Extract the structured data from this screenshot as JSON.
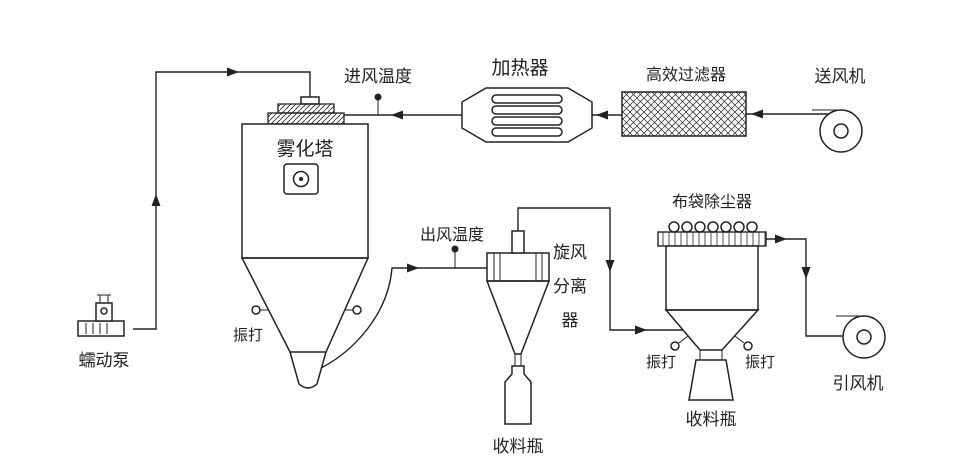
{
  "diagram": {
    "colors": {
      "line": "#222222",
      "background": "#ffffff"
    },
    "labels": {
      "peristaltic_pump": "蠕动泵",
      "atomization_tower": "雾化塔",
      "inlet_air_temperature": "进风温度",
      "heater": "加热器",
      "hepa_filter": "高效过滤器",
      "supply_fan": "送风机",
      "outlet_air_temperature": "出风温度",
      "cyclone_separator_lines": [
        "旋风",
        "分离",
        "器"
      ],
      "cyclone_collection_bottle": "收料瓶",
      "bag_dust_collector": "布袋除尘器",
      "rapper_tower": "振打",
      "rapper_bag_left": "振打",
      "rapper_bag_right": "振打",
      "bag_collection_bottle": "收料瓶",
      "induced_draft_fan": "引风机"
    }
  }
}
